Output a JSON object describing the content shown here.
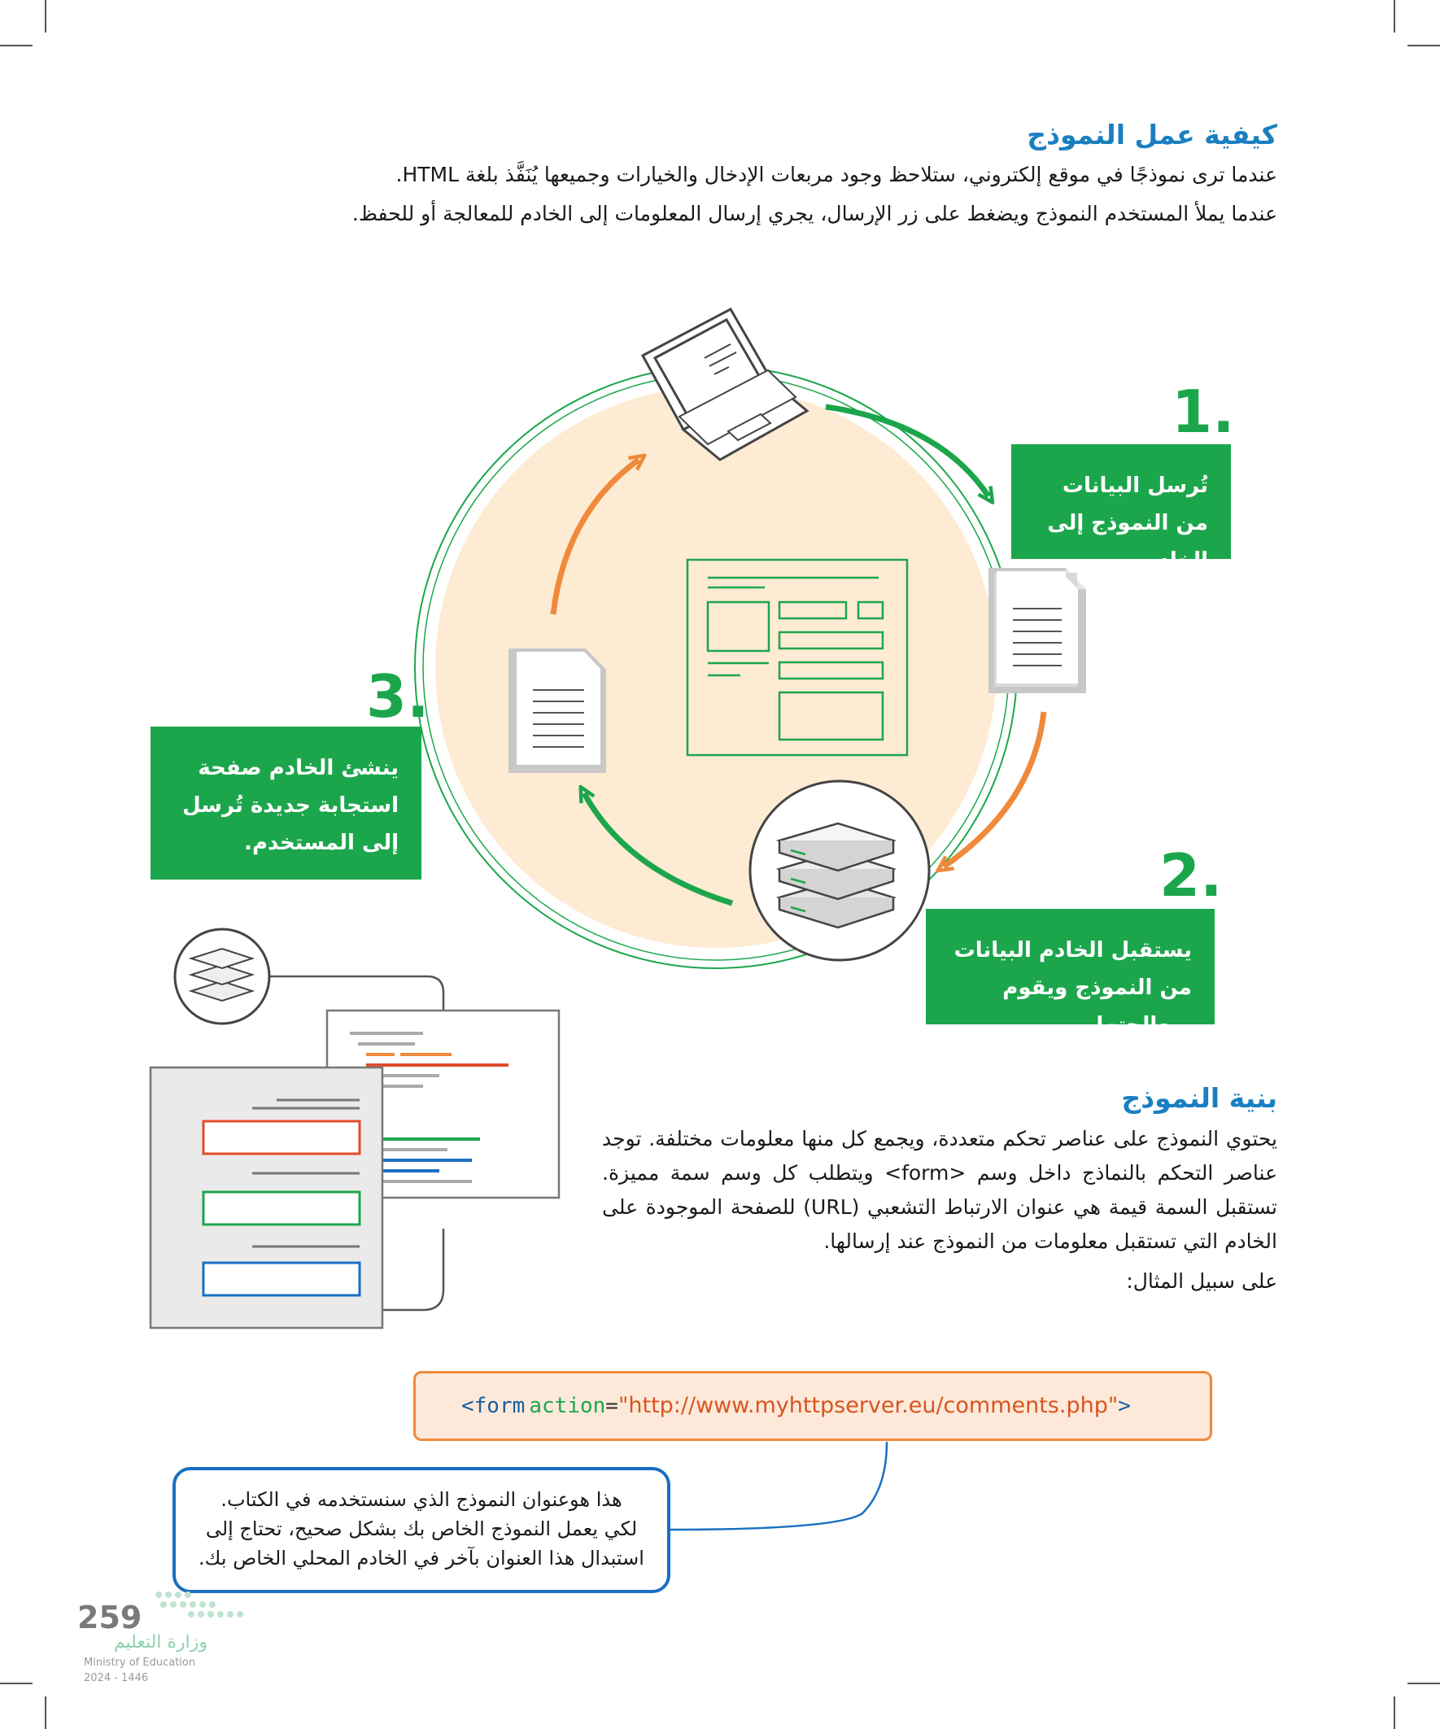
{
  "section1": {
    "title": "كيفية عمل النموذج",
    "line1": "عندما ترى نموذجًا في موقع إلكتروني، ستلاحظ وجود مربعات الإدخال والخيارات وجميعها يُنَفَّذ بلغة HTML.",
    "line2": "عندما يملأ المستخدم النموذج ويضغط على زر الإرسال، يجري إرسال المعلومات إلى الخادم للمعالجة أو للحفظ."
  },
  "steps": [
    {
      "number": "1.",
      "text": "تُرسل البيانات من النموذج إلى الخادم."
    },
    {
      "number": "2.",
      "text": "يستقبل الخادم البيانات من النموذج ويقوم بمعالجتها."
    },
    {
      "number": "3.",
      "text": "ينشئ الخادم صفحة استجابة جديدة تُرسل إلى المستخدم."
    }
  ],
  "section2": {
    "title": "بنية النموذج",
    "para1": "يحتوي النموذج على عناصر تحكم متعددة، ويجمع كل منها معلومات مختلفة. توجد عناصر التحكم بالنماذج داخل وسم <form> ويتطلب كل وسم سمة مميزة. تستقبل السمة قيمة هي عنوان الارتباط التشعبي (URL) للصفحة الموجودة على الخادم التي تستقبل معلومات من النموذج عند إرسالها.",
    "para2": "على سبيل المثال:"
  },
  "code": {
    "tag_open": "<form",
    "attr": "action",
    "equals": "=",
    "value": "\"http://www.myhttpserver.eu/comments.php\"",
    "tag_close": ">"
  },
  "note": {
    "line1": "هذا هوعنوان النموذج الذي سنستخدمه في الكتاب.",
    "line2": "لكي يعمل النموذج الخاص بك بشكل صحيح، تحتاج إلى",
    "line3": "استبدال هذا العنوان بآخر في الخادم المحلي الخاص بك."
  },
  "footer": {
    "page_number": "259",
    "ministry_ar": "وزارة التعليم",
    "ministry_en": "Ministry of Education",
    "year": "2024 - 1446"
  },
  "colors": {
    "green": "#1ca64c",
    "orange": "#f0893a",
    "blue_title": "#1a7fc1",
    "circle_fill": "#fdebd3",
    "note_border": "#1a6fc1"
  }
}
